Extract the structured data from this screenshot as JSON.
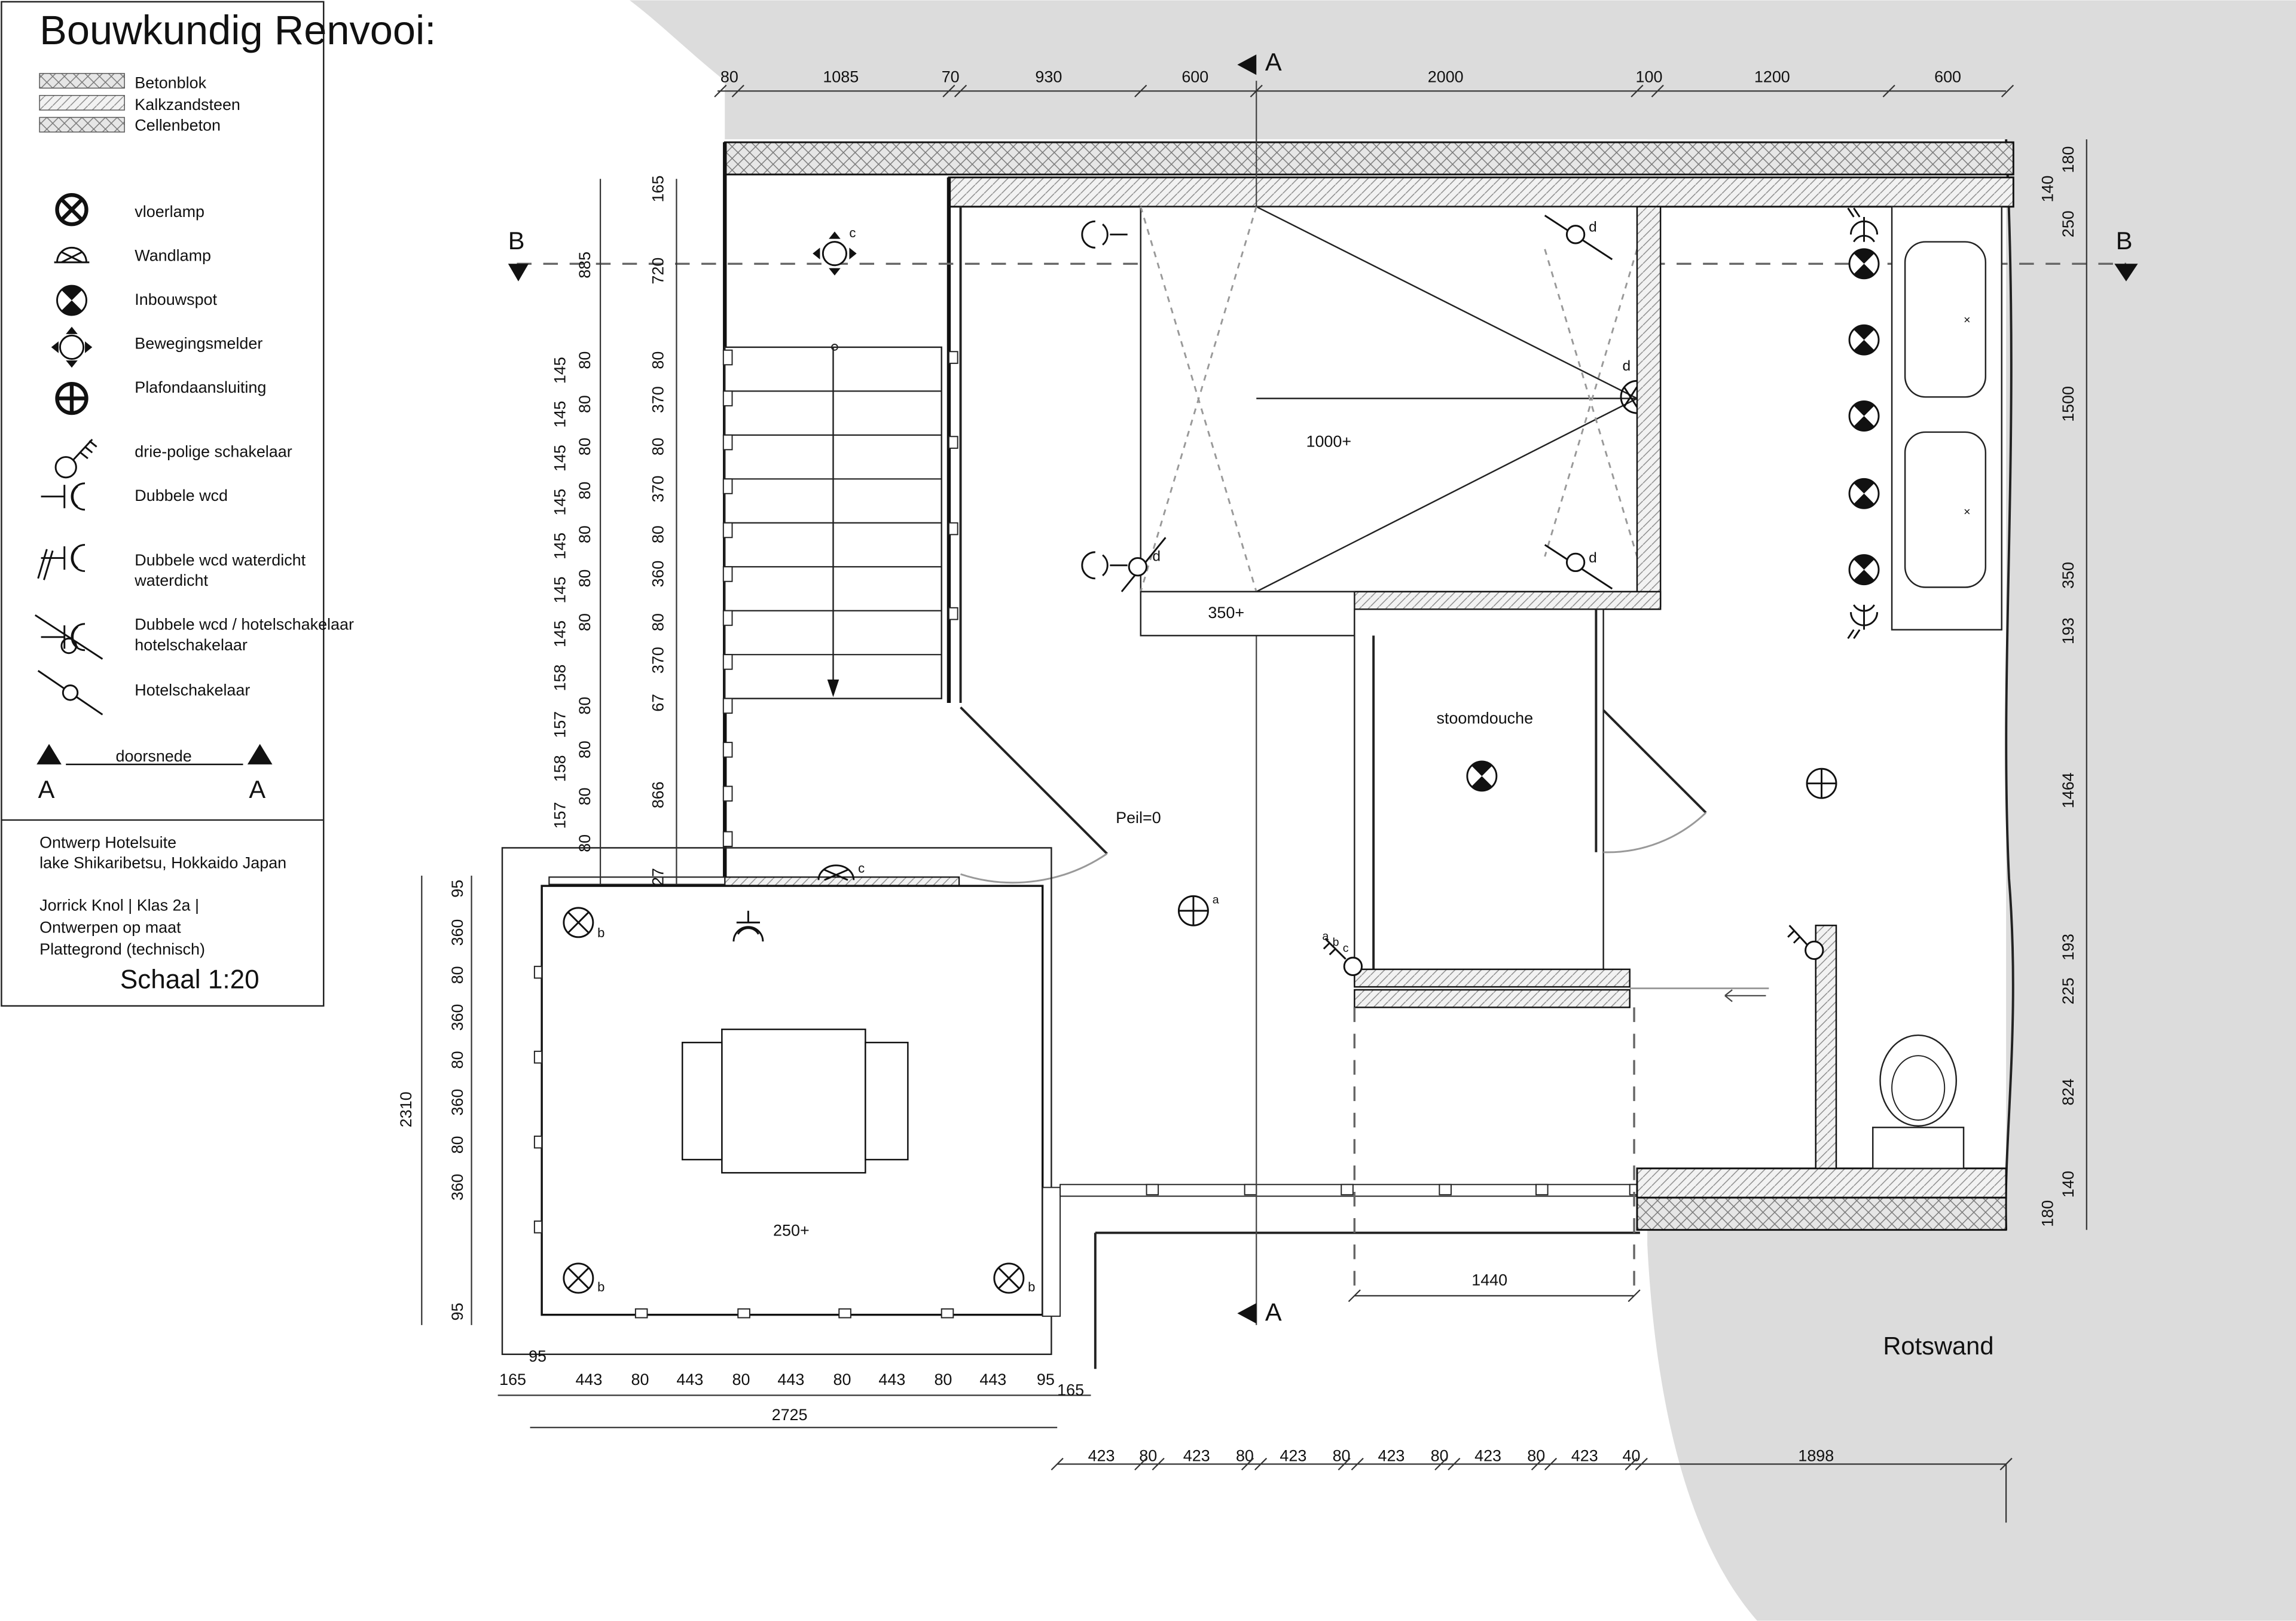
{
  "legend": {
    "title": "Bouwkundig Renvooi:",
    "materials": [
      "Betonblok",
      "Kalkzandsteen",
      "Cellenbeton"
    ],
    "symbols": [
      {
        "icon": "floor-lamp-icon",
        "label": "vloerlamp"
      },
      {
        "icon": "wall-lamp-icon",
        "label": "Wandlamp"
      },
      {
        "icon": "recessed-spot-icon",
        "label": "Inbouwspot"
      },
      {
        "icon": "motion-sensor-icon",
        "label": "Bewegingsmelder"
      },
      {
        "icon": "ceiling-connection-icon",
        "label": "Plafondaansluiting"
      },
      {
        "icon": "three-pole-switch-icon",
        "label": "drie-polige schakelaar"
      },
      {
        "icon": "double-socket-icon",
        "label": "Dubbele wcd"
      },
      {
        "icon": "waterproof-double-socket-icon",
        "label": "Dubbele wcd waterdicht"
      },
      {
        "icon": "socket-hotel-switch-icon",
        "label": "Dubbele wcd / hotelschakelaar"
      },
      {
        "icon": "hotel-switch-icon",
        "label": "Hotelschakelaar"
      }
    ],
    "section_label": "doorsnede",
    "section_letter": "A"
  },
  "title_block": {
    "line1": "Ontwerp Hotelsuite",
    "line2": "lake Shikaribetsu, Hokkaido Japan",
    "line3": "Jorrick Knol | Klas 2a |",
    "line4": "Ontwerpen op maat",
    "line5": "Plattegrond (technisch)",
    "scale": "Schaal 1:20"
  },
  "plan": {
    "section_a": "A",
    "section_b": "B",
    "rooms": {
      "peil": "Peil=0",
      "bed": "1000+",
      "ledge": "350+",
      "steam": "stoomdouche",
      "lounge": "250+",
      "width_1440": "1440",
      "rock": "Rotswand"
    },
    "tags": {
      "a": "a",
      "b": "b",
      "c": "c",
      "d": "d"
    }
  },
  "dims": {
    "top": [
      "80",
      "1085",
      "70",
      "930",
      "600",
      "2000",
      "100",
      "1200",
      "600"
    ],
    "right": [
      "180",
      "140",
      "250",
      "1500",
      "350",
      "193",
      "1464",
      "193",
      "225",
      "824",
      "140",
      "180"
    ],
    "stair_outer": [
      "145",
      "145",
      "145",
      "145",
      "145",
      "145",
      "145",
      "158",
      "157",
      "158",
      "157"
    ],
    "stair_mid": [
      "80",
      "80",
      "80",
      "80",
      "80",
      "80",
      "80",
      "80",
      "80",
      "80",
      "80"
    ],
    "stair_inner": [
      "165",
      "885",
      "720",
      "80",
      "370",
      "80",
      "370",
      "80",
      "360",
      "80",
      "370",
      "67",
      "866",
      "27"
    ],
    "left": [
      "95",
      "360",
      "80",
      "360",
      "80",
      "360",
      "80",
      "360",
      "95"
    ],
    "left_total": "2310",
    "bottom1": [
      "165",
      "443",
      "80",
      "443",
      "80",
      "443",
      "80",
      "443",
      "80",
      "443",
      "95",
      "165"
    ],
    "bottom_left_95": "95",
    "bottom_total": "2725",
    "bottom2": [
      "423",
      "80",
      "423",
      "80",
      "423",
      "80",
      "423",
      "80",
      "423",
      "80",
      "423",
      "40",
      "1898"
    ]
  }
}
